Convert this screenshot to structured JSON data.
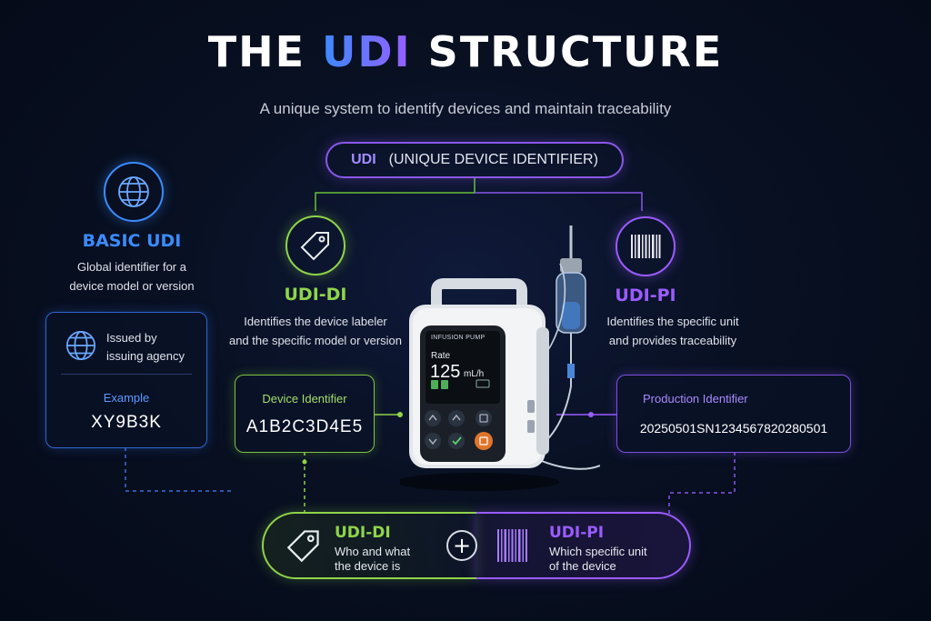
{
  "title": {
    "pre": "THE ",
    "accent": "UDI",
    "post": " STRUCTURE"
  },
  "subtitle": "A unique system to identify devices and maintain traceability",
  "udi_pill": {
    "abbr": "UDI",
    "full": "(UNIQUE DEVICE IDENTIFIER)"
  },
  "basic_udi": {
    "heading": "BASIC UDI",
    "desc_line1": "Global identifier for a",
    "desc_line2": "device model or version",
    "card": {
      "issued_line1": "Issued by",
      "issued_line2": "issuing agency",
      "example_label": "Example",
      "example_value": "XY9B3K"
    }
  },
  "udi_di": {
    "heading": "UDI-DI",
    "desc_line1": "Identifies the device labeler",
    "desc_line2": "and the specific model or version",
    "card": {
      "label": "Device Identifier",
      "value": "A1B2C3D4E5"
    }
  },
  "udi_pi": {
    "heading": "UDI-PI",
    "desc_line1": "Identifies the specific unit",
    "desc_line2": "and provides traceability",
    "card": {
      "label": "Production Identifier",
      "value": "20250501SN1234567820280501"
    }
  },
  "device": {
    "screen_title": "INFUSION PUMP",
    "rate_label": "Rate",
    "rate_value": "125",
    "rate_unit": "mL/h"
  },
  "bottom": {
    "di_title": "UDI-DI",
    "di_line1": "Who and what",
    "di_line2": "the device is",
    "plus": "+",
    "pi_title": "UDI-PI",
    "pi_line1": "Which specific unit",
    "pi_line2": "of the device"
  },
  "colors": {
    "blue": "#3b8bff",
    "green": "#8fd44a",
    "purple": "#9a5cff"
  },
  "icons": [
    "globe-icon",
    "tag-icon",
    "barcode-icon",
    "plus-icon"
  ]
}
